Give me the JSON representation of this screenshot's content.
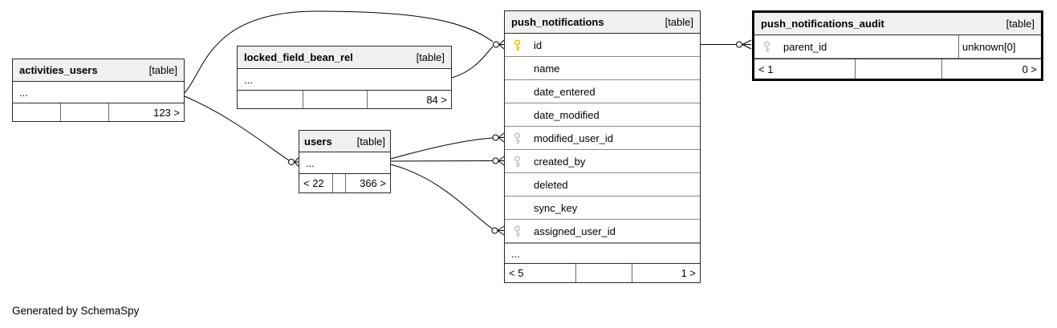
{
  "page": {
    "generator_note": "Generated by SchemaSpy"
  },
  "colors": {
    "primary_key": "#ddc800",
    "foreign_key": "#c4c4c4",
    "header_bg": "#f0f0f0"
  },
  "tables": {
    "activities_users": {
      "title": "activities_users",
      "type_label": "[table]",
      "ellipsis": "...",
      "footer": {
        "left": "",
        "middle": "",
        "right": "123 >"
      }
    },
    "locked_field_bean_rel": {
      "title": "locked_field_bean_rel",
      "type_label": "[table]",
      "ellipsis": "...",
      "footer": {
        "left": "",
        "middle": "",
        "right": "84 >"
      }
    },
    "users": {
      "title": "users",
      "type_label": "[table]",
      "ellipsis": "...",
      "footer": {
        "left": "< 22",
        "middle": "",
        "right": "366 >"
      }
    },
    "push_notifications": {
      "title": "push_notifications",
      "type_label": "[table]",
      "columns": [
        {
          "name": "id",
          "key": "primary"
        },
        {
          "name": "name",
          "key": "none"
        },
        {
          "name": "date_entered",
          "key": "none"
        },
        {
          "name": "date_modified",
          "key": "none"
        },
        {
          "name": "modified_user_id",
          "key": "foreign"
        },
        {
          "name": "created_by",
          "key": "foreign"
        },
        {
          "name": "deleted",
          "key": "none"
        },
        {
          "name": "sync_key",
          "key": "none"
        },
        {
          "name": "assigned_user_id",
          "key": "foreign"
        }
      ],
      "ellipsis": "...",
      "footer": {
        "left": "< 5",
        "middle": "",
        "right": "1 >"
      }
    },
    "push_notifications_audit": {
      "title": "push_notifications_audit",
      "type_label": "[table]",
      "columns": [
        {
          "name": "parent_id",
          "key": "foreign",
          "type": "unknown[0]"
        }
      ],
      "footer": {
        "left": "< 1",
        "middle": "",
        "right": "0 >"
      }
    }
  }
}
